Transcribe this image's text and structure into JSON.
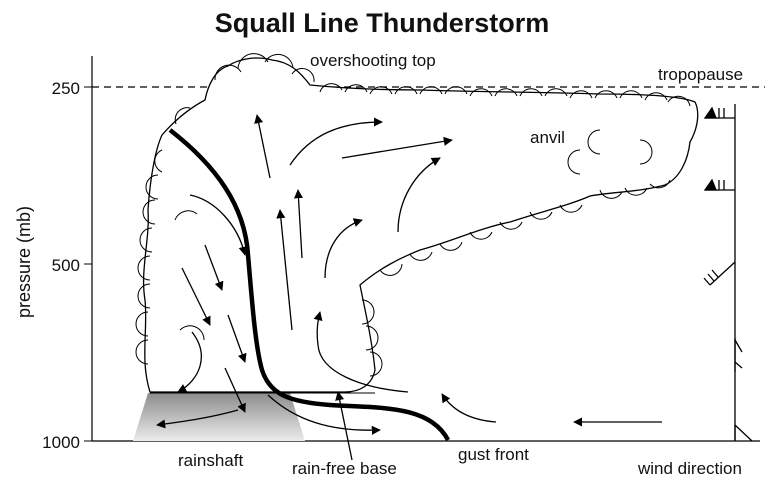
{
  "title": "Squall Line Thunderstorm",
  "y_axis": {
    "label": "pressure (mb)",
    "ticks": [
      "250",
      "500",
      "1000"
    ]
  },
  "labels": {
    "overshooting_top": "overshooting top",
    "tropopause": "tropopause",
    "anvil": "anvil",
    "rainshaft": "rainshaft",
    "rain_free_base": "rain-free base",
    "gust_front": "gust front",
    "wind_direction": "wind direction"
  },
  "colors": {
    "line": "#000000",
    "rainshaft_dark": "#8c8c8c",
    "rainshaft_light": "#e6e6e6",
    "background": "#ffffff"
  }
}
